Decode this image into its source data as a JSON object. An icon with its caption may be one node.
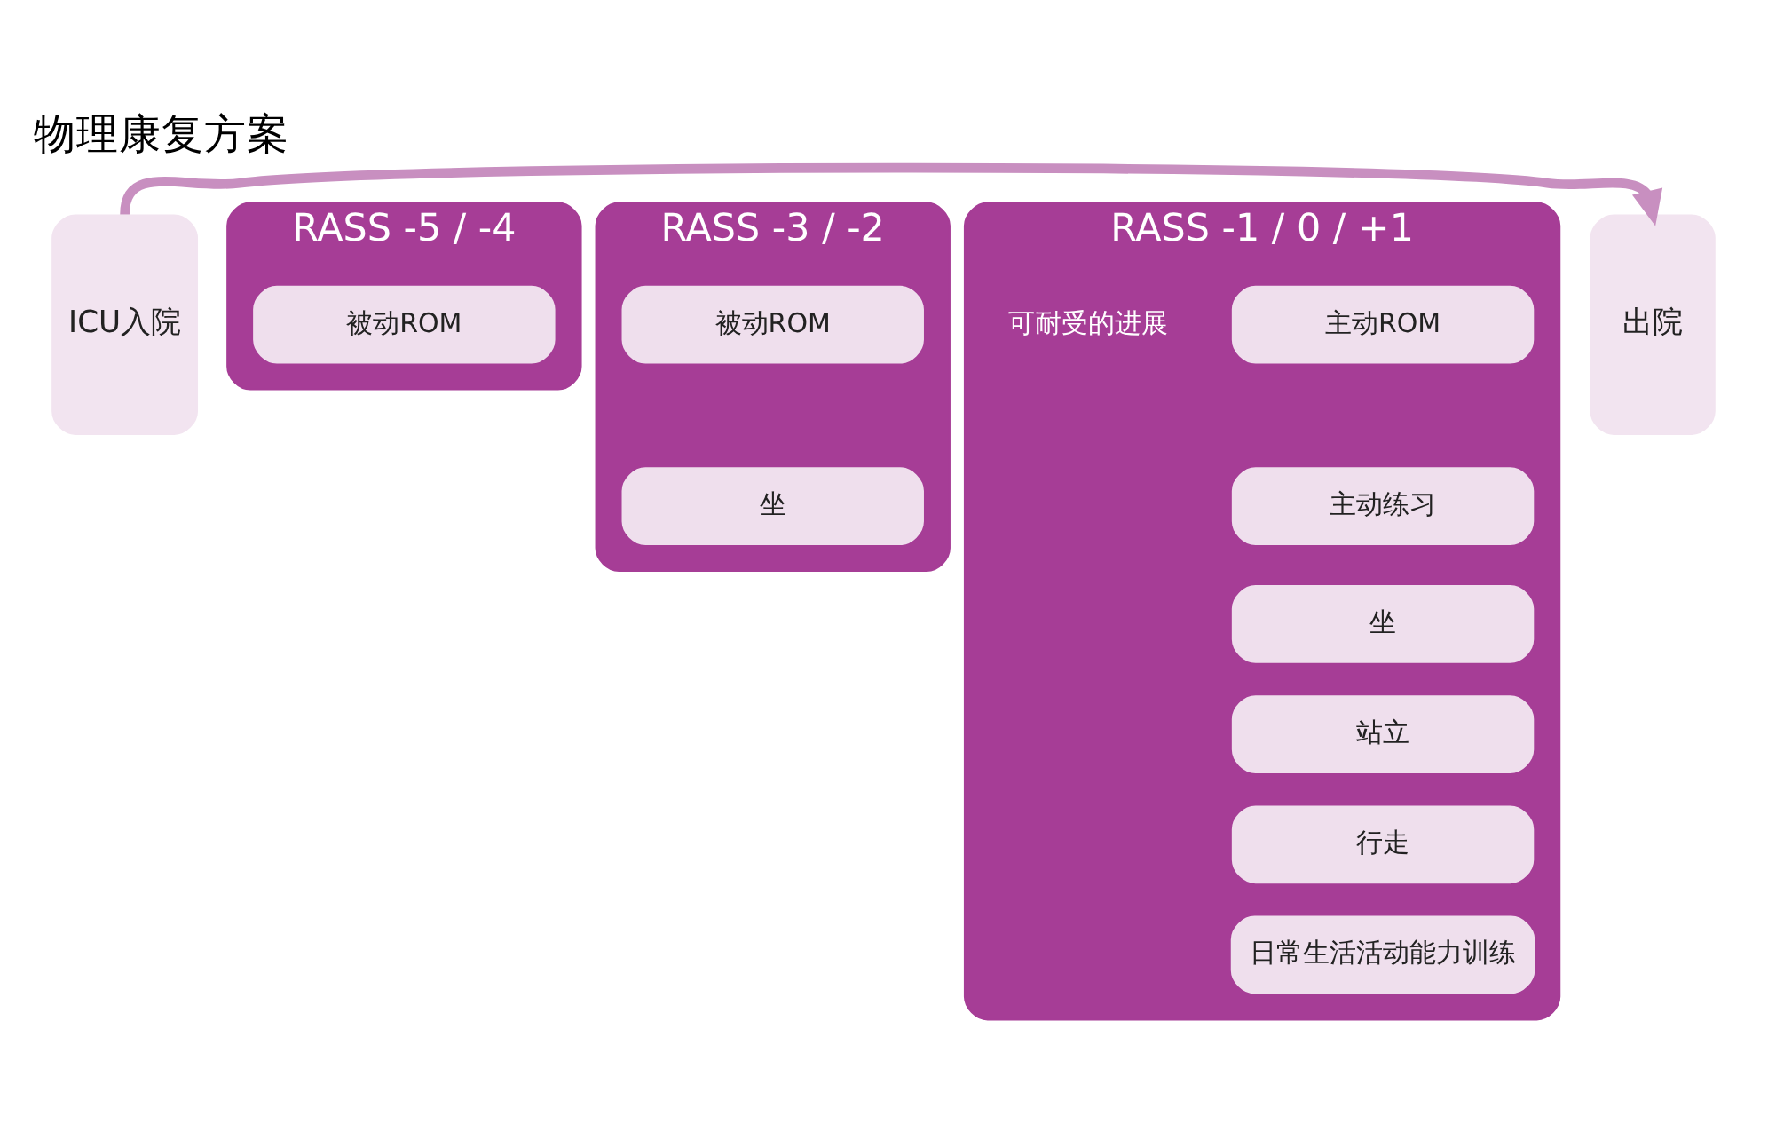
{
  "diagram": {
    "title": "物理康复方案",
    "nodes": [
      {
        "text": [
          "ICU入院"
        ]
      },
      {
        "text": [
          "RASS -5 / -4"
        ]
      },
      {
        "text": [
          "被动ROM"
        ],
        "in": 1
      },
      {
        "text": [
          "RASS -3 / -2"
        ]
      },
      {
        "text": [
          "被动ROM"
        ],
        "in": 3
      },
      {
        "text": [
          "坐"
        ],
        "in": 3
      },
      {
        "text": [
          "RASS -1 / 0 / +1"
        ],
        "beside": [
          "可耐受的进展"
        ]
      },
      {
        "text": [
          "主动ROM"
        ],
        "in": 6
      },
      {
        "text": [
          "主动练习"
        ],
        "in": 6
      },
      {
        "text": [
          "坐"
        ],
        "in": 6
      },
      {
        "text": [
          "站立"
        ],
        "in": 6
      },
      {
        "text": [
          "行走"
        ],
        "in": 6
      },
      {
        "text": [
          "日常生活活动能力训练"
        ],
        "in": 6
      },
      {
        "text": [
          "出院"
        ]
      }
    ],
    "edges": [
      {
        "from": 0,
        "to": 13,
        "arrow": "to"
      }
    ]
  }
}
